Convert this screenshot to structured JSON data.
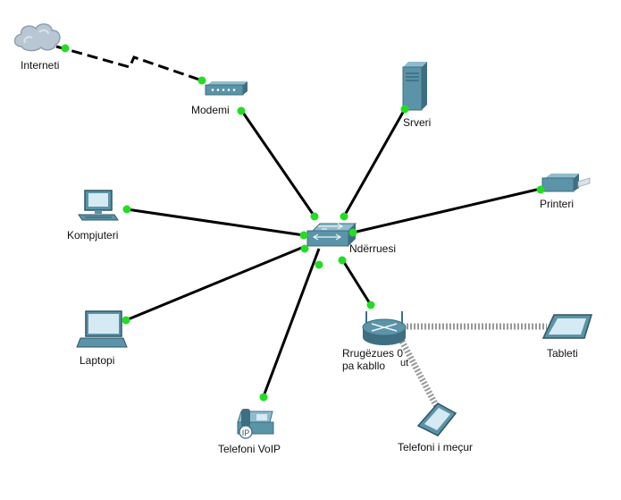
{
  "diagram": {
    "nodes": {
      "internet": "Interneti",
      "modem": "Modemi",
      "server": "Srveri",
      "computer": "Kompjuteri",
      "printer": "Printeri",
      "switch": "Ndërruesi",
      "laptop": "Laptopi",
      "router_line1": "Rrugëzues 0",
      "router_line2": "pa kabllo",
      "tablet": "Tableti",
      "voip": "Telefoni VoIP",
      "smartphone": "Telefoni i meçur"
    },
    "voip_badge": "IP",
    "router_badge": "ut"
  },
  "colors": {
    "cable": "#000000",
    "port": "#22dd22",
    "device": "#5b93a8",
    "device_dark": "#3e6e82",
    "wireless": "#9a9a9a"
  }
}
